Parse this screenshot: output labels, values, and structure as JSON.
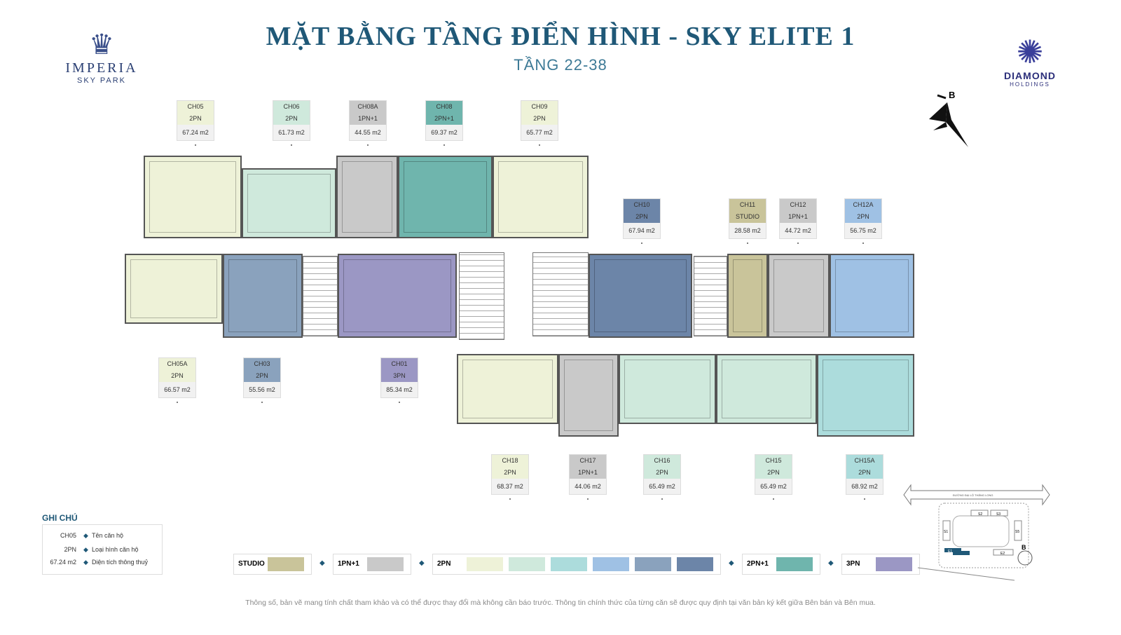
{
  "header": {
    "title": "MẶT BẰNG TẦNG ĐIỂN HÌNH - SKY ELITE 1",
    "subtitle": "TẦNG 22-38"
  },
  "logo_left": {
    "name": "IMPERIA",
    "tagline": "SKY PARK"
  },
  "logo_right": {
    "name": "DIAMOND",
    "tagline": "HOLDINGS"
  },
  "compass": {
    "label": "B"
  },
  "colors": {
    "studio": "#c9c49a",
    "1pn1": "#c9c9c9",
    "2pn_a": "#eef2d8",
    "2pn_b": "#cfe9dc",
    "2pn_c": "#acdcdc",
    "2pn_d": "#9fc1e4",
    "2pn_e": "#8aa2bd",
    "2pn_f": "#6c85a8",
    "2pn1": "#6fb5ad",
    "3pn": "#9b97c4"
  },
  "units": [
    {
      "name": "CH05",
      "type": "2PN",
      "area": "67.24 m2",
      "color": "#eef2d8"
    },
    {
      "name": "CH06",
      "type": "2PN",
      "area": "61.73 m2",
      "color": "#cfe9dc"
    },
    {
      "name": "CH08A",
      "type": "1PN+1",
      "area": "44.55 m2",
      "color": "#c9c9c9"
    },
    {
      "name": "CH08",
      "type": "2PN+1",
      "area": "69.37 m2",
      "color": "#6fb5ad"
    },
    {
      "name": "CH09",
      "type": "2PN",
      "area": "65.77 m2",
      "color": "#eef2d8"
    },
    {
      "name": "CH10",
      "type": "2PN",
      "area": "67.94 m2",
      "color": "#6c85a8"
    },
    {
      "name": "CH11",
      "type": "STUDIO",
      "area": "28.58 m2",
      "color": "#c9c49a"
    },
    {
      "name": "CH12",
      "type": "1PN+1",
      "area": "44.72 m2",
      "color": "#c9c9c9"
    },
    {
      "name": "CH12A",
      "type": "2PN",
      "area": "56.75 m2",
      "color": "#9fc1e4"
    },
    {
      "name": "CH05A",
      "type": "2PN",
      "area": "66.57 m2",
      "color": "#eef2d8"
    },
    {
      "name": "CH03",
      "type": "2PN",
      "area": "55.56 m2",
      "color": "#8aa2bd"
    },
    {
      "name": "CH01",
      "type": "3PN",
      "area": "85.34 m2",
      "color": "#9b97c4"
    },
    {
      "name": "CH18",
      "type": "2PN",
      "area": "68.37 m2",
      "color": "#eef2d8"
    },
    {
      "name": "CH17",
      "type": "1PN+1",
      "area": "44.06 m2",
      "color": "#c9c9c9"
    },
    {
      "name": "CH16",
      "type": "2PN",
      "area": "65.49 m2",
      "color": "#cfe9dc"
    },
    {
      "name": "CH15",
      "type": "2PN",
      "area": "65.49 m2",
      "color": "#cfe9dc"
    },
    {
      "name": "CH15A",
      "type": "2PN",
      "area": "68.92 m2",
      "color": "#acdcdc"
    }
  ],
  "note": {
    "title": "GHI CHÚ",
    "rows": [
      {
        "key": "CH05",
        "desc": "Tên căn hộ"
      },
      {
        "key": "2PN",
        "desc": "Loại hình căn hộ"
      },
      {
        "key": "67.24 m2",
        "desc": "Diện tích thông thuỷ"
      }
    ]
  },
  "type_legend": [
    {
      "label": "STUDIO",
      "colors": [
        "#c9c49a"
      ]
    },
    {
      "label": "1PN+1",
      "colors": [
        "#c9c9c9"
      ]
    },
    {
      "label": "2PN",
      "colors": [
        "#eef2d8",
        "#cfe9dc",
        "#acdcdc",
        "#9fc1e4",
        "#8aa2bd",
        "#6c85a8"
      ]
    },
    {
      "label": "2PN+1",
      "colors": [
        "#6fb5ad"
      ]
    },
    {
      "label": "3PN",
      "colors": [
        "#9b97c4"
      ]
    }
  ],
  "site_map": {
    "road": "ĐƯỜNG ĐẠI LỘ THĂNG LONG",
    "blocks": [
      "S2",
      "S3",
      "S1",
      "S5",
      "E1",
      "E2"
    ],
    "compass": "B"
  },
  "footer": "Thông số, bản vẽ mang tính chất tham khảo và có thể được thay đổi mà không cần báo trước. Thông tin chính thức của từng căn sẽ được quy định tại văn bản ký kết giữa Bên bán và Bên mua."
}
